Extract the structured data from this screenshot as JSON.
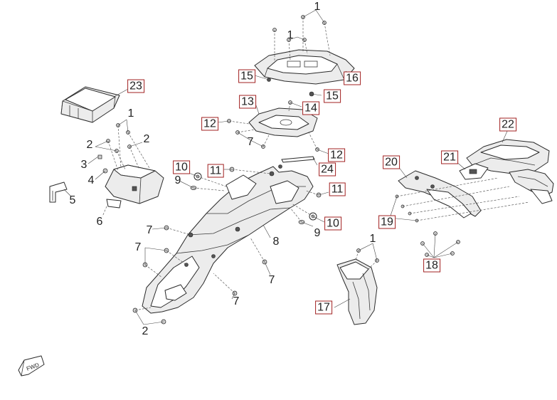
{
  "diagram": {
    "fwd_label": "FWD",
    "callouts": [
      {
        "id": "c1a",
        "label": "1"
      },
      {
        "id": "c1b",
        "label": "1"
      },
      {
        "id": "c1c",
        "label": "1"
      },
      {
        "id": "c1d",
        "label": "1"
      },
      {
        "id": "c2a",
        "label": "2"
      },
      {
        "id": "c2b",
        "label": "2"
      },
      {
        "id": "c2c",
        "label": "2"
      },
      {
        "id": "c3",
        "label": "3"
      },
      {
        "id": "c4",
        "label": "4"
      },
      {
        "id": "c5",
        "label": "5"
      },
      {
        "id": "c6",
        "label": "6"
      },
      {
        "id": "c7a",
        "label": "7"
      },
      {
        "id": "c7b",
        "label": "7"
      },
      {
        "id": "c7c",
        "label": "7"
      },
      {
        "id": "c7d",
        "label": "7"
      },
      {
        "id": "c7e",
        "label": "7"
      },
      {
        "id": "c8",
        "label": "8"
      },
      {
        "id": "c9a",
        "label": "9"
      },
      {
        "id": "c9b",
        "label": "9"
      },
      {
        "id": "c10a",
        "label": "10"
      },
      {
        "id": "c10b",
        "label": "10"
      },
      {
        "id": "c11a",
        "label": "11"
      },
      {
        "id": "c11b",
        "label": "11"
      },
      {
        "id": "c12a",
        "label": "12"
      },
      {
        "id": "c12b",
        "label": "12"
      },
      {
        "id": "c13",
        "label": "13"
      },
      {
        "id": "c14",
        "label": "14"
      },
      {
        "id": "c15a",
        "label": "15"
      },
      {
        "id": "c15b",
        "label": "15"
      },
      {
        "id": "c16",
        "label": "16"
      },
      {
        "id": "c17",
        "label": "17"
      },
      {
        "id": "c18",
        "label": "18"
      },
      {
        "id": "c19",
        "label": "19"
      },
      {
        "id": "c20",
        "label": "20"
      },
      {
        "id": "c21",
        "label": "21"
      },
      {
        "id": "c22",
        "label": "22"
      },
      {
        "id": "c23",
        "label": "23"
      },
      {
        "id": "c24",
        "label": "24"
      }
    ]
  }
}
